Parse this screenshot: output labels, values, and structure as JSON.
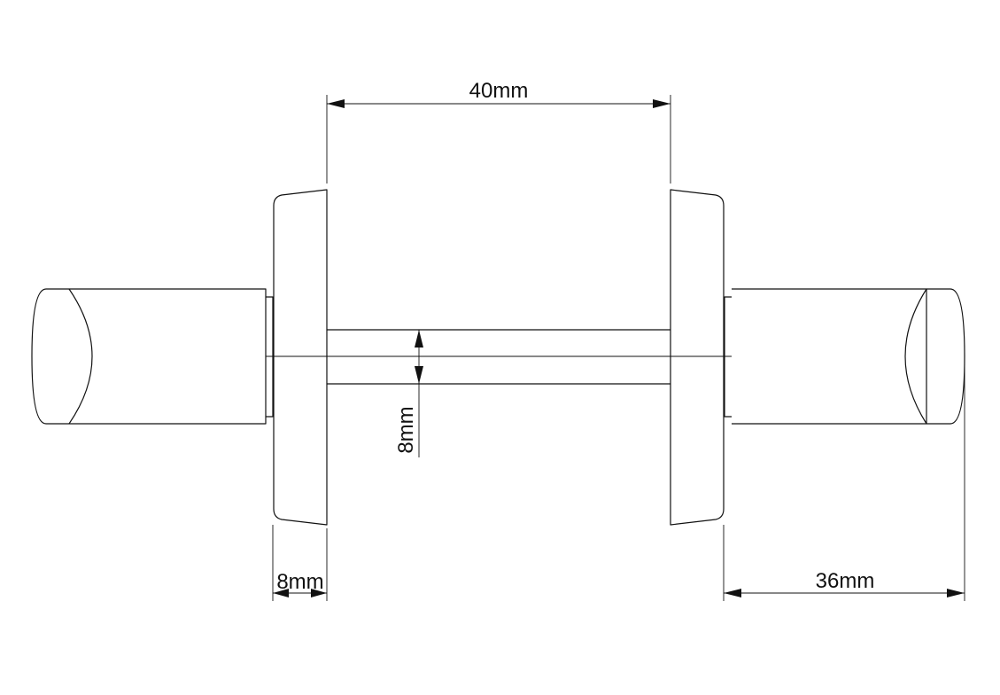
{
  "dimensions": {
    "rod_length": "40mm",
    "rod_diameter": "8mm",
    "rose_thickness": "8mm",
    "handle_length": "36mm"
  },
  "colors": {
    "line": "#111111",
    "background": "#ffffff"
  }
}
